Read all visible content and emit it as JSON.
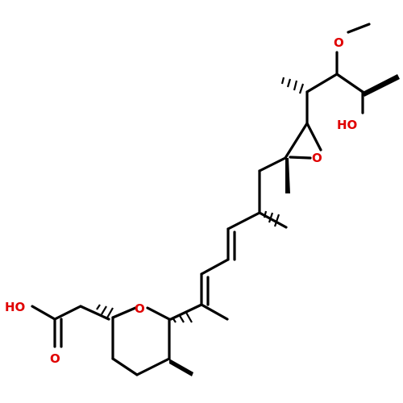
{
  "labels": {
    "ho_bottom_left": "HO",
    "o_carbonyl": "O",
    "o_ring": "O",
    "o_epoxide": "O",
    "o_methoxy": "O",
    "ho_top_right": "HO"
  },
  "colors": {
    "bond": "#000000",
    "oxygen": "#e00000"
  }
}
